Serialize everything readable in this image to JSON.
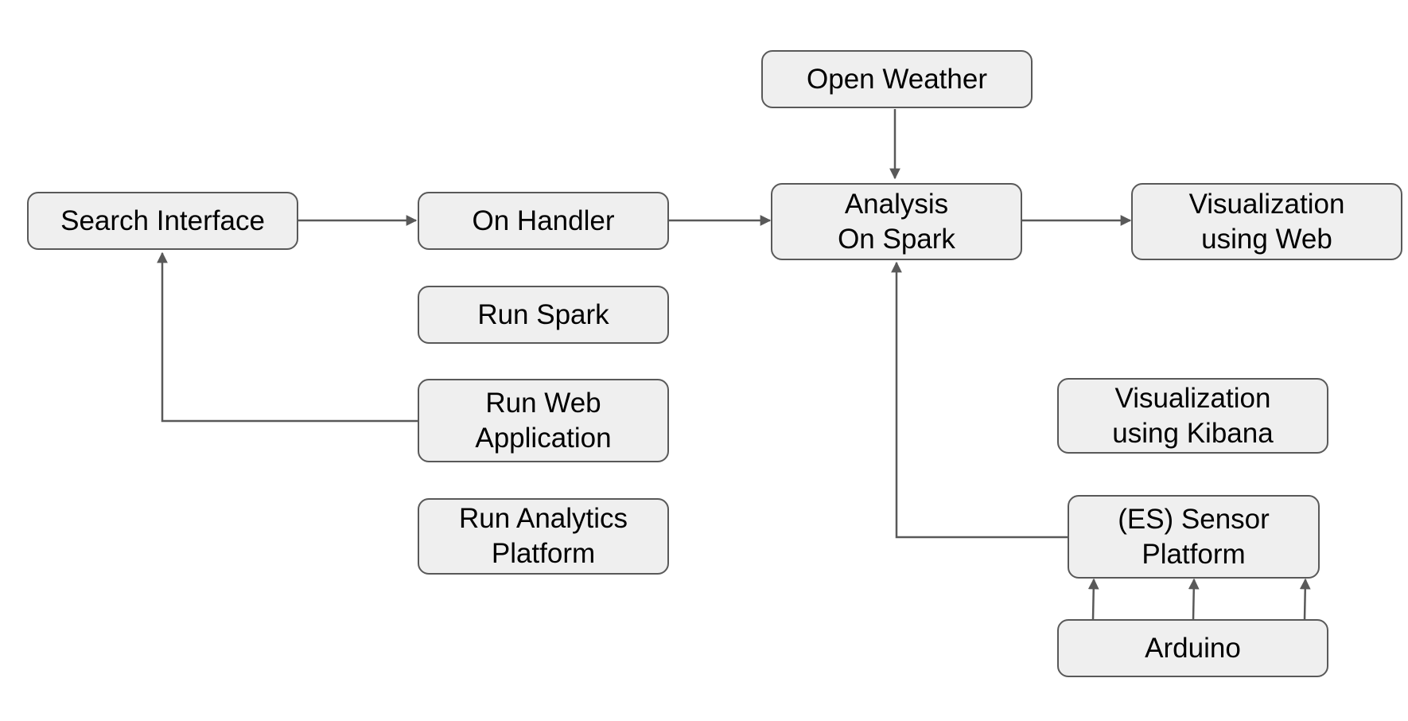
{
  "colors": {
    "node_fill": "#efefef",
    "node_border": "#595959",
    "edge": "#595959",
    "text": "#000000"
  },
  "nodes": {
    "open_weather": "Open Weather",
    "search_interface": "Search Interface",
    "on_handler": "On Handler",
    "analysis_on_spark": "Analysis\nOn Spark",
    "visualization_web": "Visualization\nusing Web",
    "run_spark": "Run Spark",
    "run_web_application": "Run Web\nApplication",
    "visualization_kibana": "Visualization\nusing Kibana",
    "run_analytics_platform": "Run Analytics\nPlatform",
    "es_sensor_platform": "(ES) Sensor\nPlatform",
    "arduino": "Arduino"
  },
  "edges": [
    {
      "from": "open_weather",
      "to": "analysis_on_spark"
    },
    {
      "from": "search_interface",
      "to": "on_handler"
    },
    {
      "from": "on_handler",
      "to": "analysis_on_spark"
    },
    {
      "from": "analysis_on_spark",
      "to": "visualization_web"
    },
    {
      "from": "run_web_application",
      "to": "search_interface"
    },
    {
      "from": "es_sensor_platform",
      "to": "analysis_on_spark"
    },
    {
      "from": "arduino",
      "to": "es_sensor_platform"
    },
    {
      "from": "arduino",
      "to": "es_sensor_platform"
    },
    {
      "from": "arduino",
      "to": "es_sensor_platform"
    }
  ]
}
